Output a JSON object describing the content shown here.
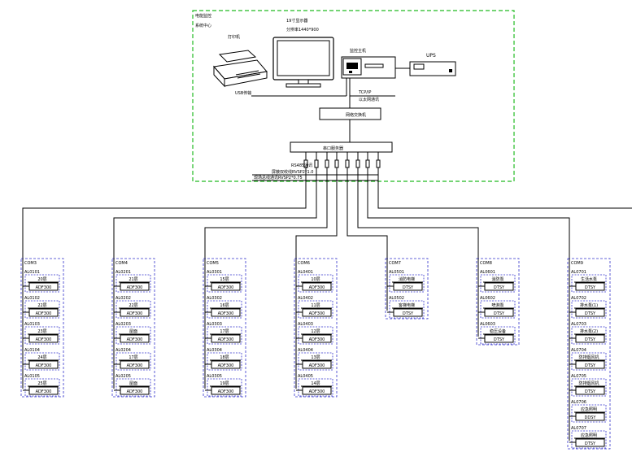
{
  "control_room": {
    "label_1": "电能监控",
    "label_2": "系统中心",
    "monitor_label_1": "19寸显示器",
    "monitor_label_2": "分辨率1440*900",
    "printer_label": "打印机",
    "host_label": "监控主机",
    "ups_label": "UPS",
    "usb_label": "USB传输",
    "tcpip_label_1": "TCP/IP",
    "tcpip_label_2": "以太网通讯",
    "switch_label": "网络交换机",
    "hub_label": "串口服务器",
    "bus_label_1": "RS485通讯",
    "bus_label_2": "屏蔽双绞线RVSP2*1.0",
    "bus_label_3": "现场总线通讯RVSP2*0.75"
  },
  "groups": [
    {
      "header": "COM3",
      "devices": [
        {
          "id": "AL0101",
          "name": "20层",
          "model": "ADF300"
        },
        {
          "id": "AL0102",
          "name": "22层",
          "model": "ADF300"
        },
        {
          "id": "AL0103",
          "name": "23层",
          "model": "ADF300"
        },
        {
          "id": "AL0104",
          "name": "24层",
          "model": "ADF300"
        },
        {
          "id": "AL0105",
          "name": "25层",
          "model": "ADF300"
        }
      ]
    },
    {
      "header": "COM4",
      "devices": [
        {
          "id": "AL0201",
          "name": "21层",
          "model": "ADF300"
        },
        {
          "id": "AL0202",
          "name": "22层",
          "model": "ADF300"
        },
        {
          "id": "AL0203",
          "name": "屋面",
          "model": "ADF300"
        },
        {
          "id": "AL0204",
          "name": "17层",
          "model": "ADF300"
        },
        {
          "id": "AL0205",
          "name": "屋面",
          "model": "ADF300"
        }
      ]
    },
    {
      "header": "COM5",
      "devices": [
        {
          "id": "AL0301",
          "name": "15层",
          "model": "ADF300"
        },
        {
          "id": "AL0302",
          "name": "16层",
          "model": "ADF300"
        },
        {
          "id": "AL0303",
          "name": "17层",
          "model": "ADF300"
        },
        {
          "id": "AL0304",
          "name": "18层",
          "model": "ADF300"
        },
        {
          "id": "AL0305",
          "name": "19层",
          "model": "ADF300"
        }
      ]
    },
    {
      "header": "COM6",
      "devices": [
        {
          "id": "AL0401",
          "name": "10层",
          "model": "ADF300"
        },
        {
          "id": "AL0402",
          "name": "11层",
          "model": "ADF300"
        },
        {
          "id": "AL0403",
          "name": "12层",
          "model": "ADF300"
        },
        {
          "id": "AL0404",
          "name": "13层",
          "model": "ADF300"
        },
        {
          "id": "AL0405",
          "name": "14层",
          "model": "ADF300"
        }
      ]
    },
    {
      "header": "COM7",
      "devices": [
        {
          "id": "AL0501",
          "name": "消防电梯",
          "model": "DTSY"
        },
        {
          "id": "AL0502",
          "name": "客梯电梯",
          "model": "DTSY"
        }
      ]
    },
    {
      "header": "COM8",
      "devices": [
        {
          "id": "AL0601",
          "name": "消防泵",
          "model": "DTSY"
        },
        {
          "id": "AL0602",
          "name": "喷淋泵",
          "model": "DTSY"
        },
        {
          "id": "AL0603",
          "name": "稳压设备",
          "model": "DTSY"
        }
      ]
    },
    {
      "header": "COM9",
      "devices": [
        {
          "id": "AL0701",
          "name": "生活水泵",
          "model": "DTSY"
        },
        {
          "id": "AL0702",
          "name": "排水泵(1)",
          "model": "DTSY"
        },
        {
          "id": "AL0703",
          "name": "排水泵(2)",
          "model": "DTSY"
        },
        {
          "id": "AL0704",
          "name": "防排烟风机",
          "model": "DTSY"
        },
        {
          "id": "AL0705",
          "name": "防排烟风机",
          "model": "DTSY"
        },
        {
          "id": "AL0706",
          "name": "应急照明",
          "model": "DDSY"
        },
        {
          "id": "AL0707",
          "name": "应急照明",
          "model": "DTSY"
        }
      ]
    }
  ],
  "colors": {
    "control_room_border": "#22bb22",
    "device_border": "#3333cc",
    "line": "#000000"
  }
}
